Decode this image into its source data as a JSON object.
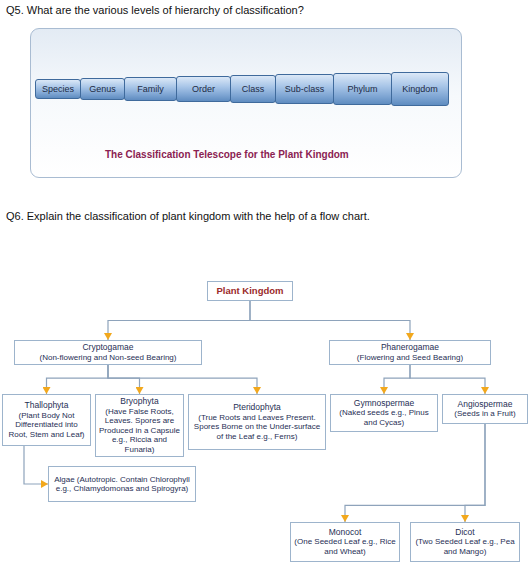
{
  "diagram": {
    "nodes": [
      {
        "text": [
          "The Classification Telescope for the Plant Kingdom"
        ]
      },
      {
        "text": [
          "Species"
        ],
        "in": 0
      },
      {
        "text": [
          "Genus"
        ],
        "in": 0
      },
      {
        "text": [
          "Family"
        ],
        "in": 0
      },
      {
        "text": [
          "Order"
        ],
        "in": 0
      },
      {
        "text": [
          "Class"
        ],
        "in": 0
      },
      {
        "text": [
          "Sub-class"
        ],
        "in": 0
      },
      {
        "text": [
          "Phylum"
        ],
        "in": 0
      },
      {
        "text": [
          "Kingdom"
        ],
        "in": 0
      },
      {
        "text": [
          "Plant Kingdom"
        ]
      },
      {
        "text": [
          "Cryptogamae",
          "(Non-flowering and Non-seed Bearing)"
        ]
      },
      {
        "text": [
          "Phanerogamae",
          "(Flowering and Seed Bearing)"
        ]
      },
      {
        "text": [
          "Thallophyta",
          "(Plant Body Not Differentiated into Root, Stem and Leaf)"
        ]
      },
      {
        "text": [
          "Bryophyta",
          "(Have False Roots, Leaves. Spores are Produced in a Capsule e.g., Riccia and Funaria)"
        ]
      },
      {
        "text": [
          "Pteridophyta",
          "(True Roots and Leaves Present. Spores Borne on the Under-surface of the Leaf e.g., Ferns)"
        ]
      },
      {
        "text": [
          "Gymnospermae",
          "(Naked seeds e.g., Pinus and Cycas)"
        ]
      },
      {
        "text": [
          "Angiospermae",
          "(Seeds in a Fruit)"
        ]
      },
      {
        "text": [
          "Algae (Autotropic. Contain Chlorophyll e.g., Chlamydomonas and Spirogyra)"
        ]
      },
      {
        "text": [
          "Monocot",
          "(One Seeded Leaf e.g., Rice and Wheat)"
        ]
      },
      {
        "text": [
          "Dicot",
          "(Two Seeded Leaf e.g., Pea and Mango)"
        ]
      }
    ],
    "edges": [
      {
        "from": 9,
        "to": 10,
        "arrow": "to"
      },
      {
        "from": 9,
        "to": 11,
        "arrow": "to"
      },
      {
        "from": 10,
        "to": 12,
        "arrow": "to"
      },
      {
        "from": 10,
        "to": 13,
        "arrow": "to"
      },
      {
        "from": 10,
        "to": 14,
        "arrow": "to"
      },
      {
        "from": 11,
        "to": 15,
        "arrow": "to"
      },
      {
        "from": 11,
        "to": 16,
        "arrow": "to"
      },
      {
        "from": 12,
        "to": 17,
        "arrow": "to"
      },
      {
        "from": 16,
        "to": 18,
        "arrow": "to"
      },
      {
        "from": 16,
        "to": 19,
        "arrow": "to"
      }
    ],
    "labels": [
      "Q5. What are the various levels of hierarchy of classification?",
      "Q6. Explain the classification of plant kingdom with the help of a flow chart."
    ]
  }
}
